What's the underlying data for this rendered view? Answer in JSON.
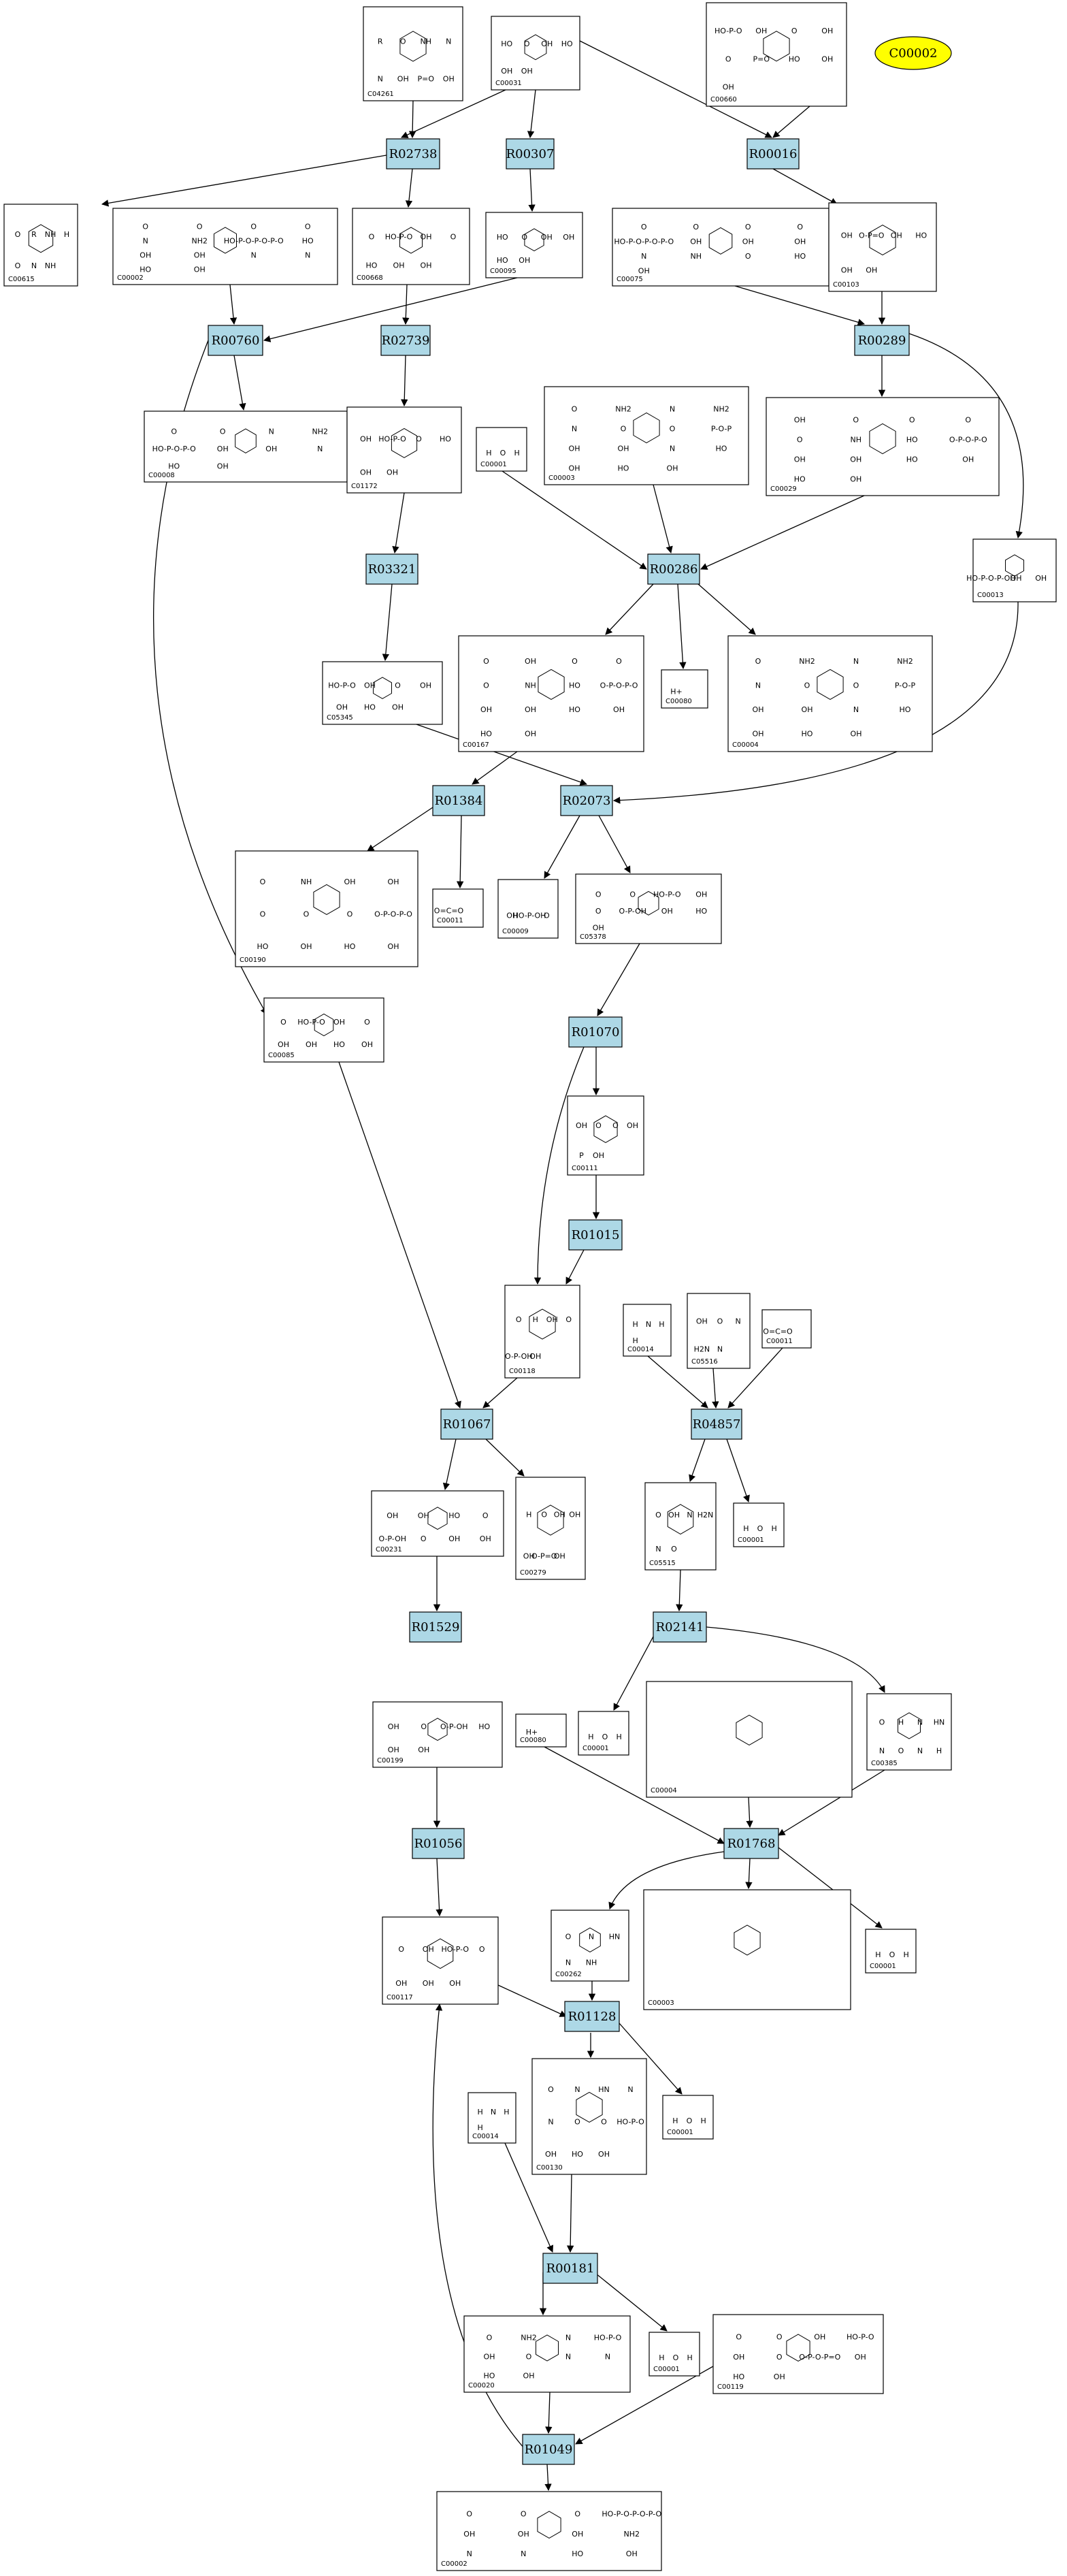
{
  "colors": {
    "reaction_fill": "#add8e6",
    "highlight_fill": "#ffff00",
    "stroke": "#000000",
    "background": "#ffffff"
  },
  "highlighted_node": {
    "id": "C00002",
    "label": "C00002"
  },
  "reactions": [
    {
      "id": "R02738",
      "label": "R02738"
    },
    {
      "id": "R00307",
      "label": "R00307"
    },
    {
      "id": "R00016",
      "label": "R00016"
    },
    {
      "id": "R00760",
      "label": "R00760"
    },
    {
      "id": "R02739",
      "label": "R02739"
    },
    {
      "id": "R00289",
      "label": "R00289"
    },
    {
      "id": "R03321",
      "label": "R03321"
    },
    {
      "id": "R00286",
      "label": "R00286"
    },
    {
      "id": "R01384",
      "label": "R01384"
    },
    {
      "id": "R02073",
      "label": "R02073"
    },
    {
      "id": "R01070",
      "label": "R01070"
    },
    {
      "id": "R01015",
      "label": "R01015"
    },
    {
      "id": "R01067",
      "label": "R01067"
    },
    {
      "id": "R04857",
      "label": "R04857"
    },
    {
      "id": "R01529",
      "label": "R01529"
    },
    {
      "id": "R02141",
      "label": "R02141"
    },
    {
      "id": "R01056",
      "label": "R01056"
    },
    {
      "id": "R01768",
      "label": "R01768"
    },
    {
      "id": "R01128",
      "label": "R01128"
    },
    {
      "id": "R00181",
      "label": "R00181"
    },
    {
      "id": "R01049",
      "label": "R01049"
    }
  ],
  "compounds": [
    {
      "id": "C04261",
      "label": "C04261"
    },
    {
      "id": "C00031",
      "label": "C00031"
    },
    {
      "id": "C00660",
      "label": "C00660"
    },
    {
      "id": "C00615",
      "label": "C00615"
    },
    {
      "id": "C00002a",
      "label": "C00002"
    },
    {
      "id": "C00668",
      "label": "C00668"
    },
    {
      "id": "C00095",
      "label": "C00095"
    },
    {
      "id": "C00075",
      "label": "C00075"
    },
    {
      "id": "C00103",
      "label": "C00103"
    },
    {
      "id": "C00008",
      "label": "C00008"
    },
    {
      "id": "C01172",
      "label": "C01172"
    },
    {
      "id": "C00001a",
      "label": "C00001"
    },
    {
      "id": "C00003a",
      "label": "C00003"
    },
    {
      "id": "C00029",
      "label": "C00029"
    },
    {
      "id": "C00013",
      "label": "C00013"
    },
    {
      "id": "C05345",
      "label": "C05345"
    },
    {
      "id": "C00167",
      "label": "C00167"
    },
    {
      "id": "C00080a",
      "label": "C00080"
    },
    {
      "id": "C00004a",
      "label": "C00004"
    },
    {
      "id": "C00190",
      "label": "C00190"
    },
    {
      "id": "C00011a",
      "label": "C00011"
    },
    {
      "id": "C00009",
      "label": "C00009"
    },
    {
      "id": "C05378",
      "label": "C05378"
    },
    {
      "id": "C00085",
      "label": "C00085"
    },
    {
      "id": "C00111",
      "label": "C00111"
    },
    {
      "id": "C00118",
      "label": "C00118"
    },
    {
      "id": "C00014a",
      "label": "C00014"
    },
    {
      "id": "C05516",
      "label": "C05516"
    },
    {
      "id": "C00011b",
      "label": "C00011"
    },
    {
      "id": "C00231",
      "label": "C00231"
    },
    {
      "id": "C00279",
      "label": "C00279"
    },
    {
      "id": "C05515",
      "label": "C05515"
    },
    {
      "id": "C00001b",
      "label": "C00001"
    },
    {
      "id": "C00199",
      "label": "C00199"
    },
    {
      "id": "C00080b",
      "label": "C00080"
    },
    {
      "id": "C00001c",
      "label": "C00001"
    },
    {
      "id": "C00004b",
      "label": "C00004"
    },
    {
      "id": "C00385",
      "label": "C00385"
    },
    {
      "id": "C00117",
      "label": "C00117"
    },
    {
      "id": "C00262",
      "label": "C00262"
    },
    {
      "id": "C00003b",
      "label": "C00003"
    },
    {
      "id": "C00001d",
      "label": "C00001"
    },
    {
      "id": "C00014b",
      "label": "C00014"
    },
    {
      "id": "C00130",
      "label": "C00130"
    },
    {
      "id": "C00001e",
      "label": "C00001"
    },
    {
      "id": "C00020",
      "label": "C00020"
    },
    {
      "id": "C00001f",
      "label": "C00001"
    },
    {
      "id": "C00119",
      "label": "C00119"
    },
    {
      "id": "C00002b",
      "label": "C00002"
    }
  ],
  "structure_text": {
    "C04261": [
      "R",
      "O",
      "NH",
      "N",
      "N",
      "OH",
      "P=O",
      "OH"
    ],
    "C00031": [
      "HO",
      "O",
      "OH",
      "HO",
      "OH",
      "OH"
    ],
    "C00660": [
      "HO-P-O",
      "OH",
      "O",
      "OH",
      "O",
      "P=O",
      "HO",
      "OH",
      "OH"
    ],
    "C00615": [
      "O",
      "R",
      "NH",
      "H",
      "O",
      "N",
      "NH"
    ],
    "C00002a": [
      "O",
      "O",
      "O",
      "O",
      "N",
      "NH2",
      "HO-P-O-P-O-P-O",
      "HO",
      "OH",
      "OH",
      "N",
      "N",
      "HO",
      "OH"
    ],
    "C00668": [
      "O",
      "HO-P-O",
      "OH",
      "O",
      "HO",
      "OH",
      "OH"
    ],
    "C00095": [
      "HO",
      "O",
      "OH",
      "OH",
      "HO",
      "OH"
    ],
    "C00075": [
      "O",
      "O",
      "O",
      "O",
      "HO-P-O-P-O-P-O",
      "OH",
      "OH",
      "OH",
      "N",
      "NH",
      "O",
      "HO",
      "OH"
    ],
    "C00103": [
      "OH",
      "O-P=O",
      "OH",
      "HO",
      "OH",
      "OH"
    ],
    "C00008": [
      "O",
      "O",
      "N",
      "NH2",
      "HO-P-O-P-O",
      "OH",
      "OH",
      "N",
      "HO",
      "OH"
    ],
    "C01172": [
      "OH",
      "HO-P-O",
      "O",
      "HO",
      "OH",
      "OH"
    ],
    "C00001": [
      "H",
      "O",
      "H"
    ],
    "C00003a": [
      "O",
      "NH2",
      "N",
      "NH2",
      "N",
      "O",
      "O",
      "P-O-P",
      "OH",
      "OH",
      "N",
      "HO",
      "OH",
      "HO",
      "OH"
    ],
    "C00029": [
      "OH",
      "O",
      "O",
      "O",
      "O",
      "NH",
      "HO",
      "O-P-O-P-O",
      "OH",
      "OH",
      "HO",
      "OH",
      "HO",
      "OH"
    ],
    "C00013": [
      "HO-P-O-P-OH",
      "OH",
      "OH"
    ],
    "C05345": [
      "HO-P-O",
      "OH",
      "O",
      "OH",
      "OH",
      "HO",
      "OH"
    ],
    "C00167": [
      "O",
      "OH",
      "O",
      "O",
      "O",
      "NH",
      "HO",
      "O-P-O-P-O",
      "OH",
      "OH",
      "HO",
      "OH",
      "HO",
      "OH"
    ],
    "C00080": [
      "H+"
    ],
    "C00004a": [
      "O",
      "NH2",
      "N",
      "NH2",
      "N",
      "O",
      "O",
      "P-O-P",
      "OH",
      "OH",
      "N",
      "HO",
      "OH",
      "HO",
      "OH"
    ],
    "C00190": [
      "O",
      "NH",
      "OH",
      "OH",
      "O",
      "O",
      "O",
      "O-P-O-P-O",
      "HO",
      "OH",
      "HO",
      "OH"
    ],
    "C00011": [
      "O=C=O"
    ],
    "C00009": [
      "OH",
      "HO-P-OH",
      "O"
    ],
    "C05378": [
      "O",
      "O",
      "HO-P-O",
      "OH",
      "O",
      "O-P-OH",
      "OH",
      "HO",
      "OH"
    ],
    "C00085": [
      "O",
      "HO-P-O",
      "OH",
      "O",
      "OH",
      "OH",
      "HO",
      "OH"
    ],
    "C00111": [
      "OH",
      "O",
      "O",
      "OH",
      "P",
      "OH"
    ],
    "C00118": [
      "O",
      "H",
      "OH",
      "O",
      "O-P-OH",
      "OH"
    ],
    "C00014": [
      "H",
      "N",
      "H",
      "H"
    ],
    "C05516": [
      "OH",
      "O",
      "N",
      "H2N",
      "N"
    ],
    "C00231": [
      "OH",
      "OH",
      "HO",
      "O",
      "O-P-OH",
      "O",
      "OH",
      "OH"
    ],
    "C00279": [
      "H",
      "O",
      "OH",
      "OH",
      "OH",
      "O-P=O",
      "OH"
    ],
    "C05515": [
      "O",
      "OH",
      "N",
      "H2N",
      "N",
      "O"
    ],
    "C00199": [
      "OH",
      "O",
      "O-P-OH",
      "HO",
      "OH",
      "OH"
    ],
    "C00385": [
      "O",
      "H",
      "N",
      "HN",
      "N",
      "O",
      "N",
      "H"
    ],
    "C00117": [
      "O",
      "OH",
      "HO-P-O",
      "O",
      "OH",
      "OH",
      "OH"
    ],
    "C00262": [
      "O",
      "N",
      "HN",
      "N",
      "NH"
    ],
    "C00130": [
      "O",
      "N",
      "HN",
      "N",
      "N",
      "O",
      "O",
      "HO-P-O",
      "OH",
      "HO",
      "OH"
    ],
    "C00020": [
      "O",
      "NH2",
      "N",
      "HO-P-O",
      "OH",
      "O",
      "N",
      "N",
      "HO",
      "OH"
    ],
    "C00119": [
      "O",
      "O",
      "OH",
      "HO-P-O",
      "OH",
      "O",
      "O-P-O-P=O",
      "OH",
      "HO",
      "OH"
    ],
    "C00002b": [
      "O",
      "O",
      "O",
      "HO-P-O-P-O-P-O",
      "OH",
      "OH",
      "OH",
      "NH2",
      "N",
      "N",
      "HO",
      "OH"
    ]
  }
}
